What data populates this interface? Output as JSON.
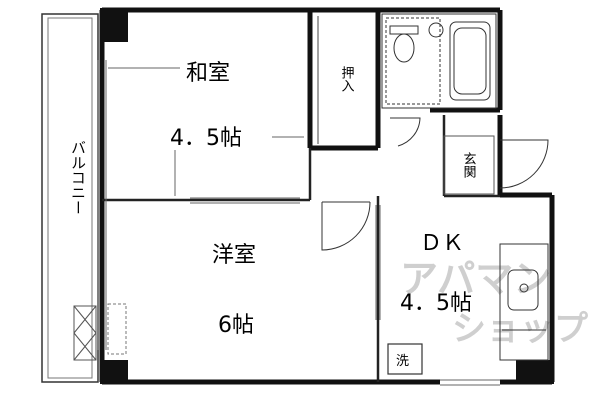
{
  "rooms": {
    "washitsu": {
      "name": "和室",
      "size": "4．5帖"
    },
    "youshitsu": {
      "name": "洋室",
      "size": "6帖"
    },
    "dk": {
      "name": "ＤＫ",
      "size": "4．5帖"
    }
  },
  "labels": {
    "balcony": "バルコニー",
    "closet": "押入",
    "entrance": "玄関",
    "washer": "洗"
  },
  "watermark": {
    "line1": "アパマン",
    "line2": "ショップ"
  },
  "colors": {
    "wall": "#111111",
    "fixture": "#333333",
    "line": "#555555",
    "watermark": "#cfcfcf"
  }
}
